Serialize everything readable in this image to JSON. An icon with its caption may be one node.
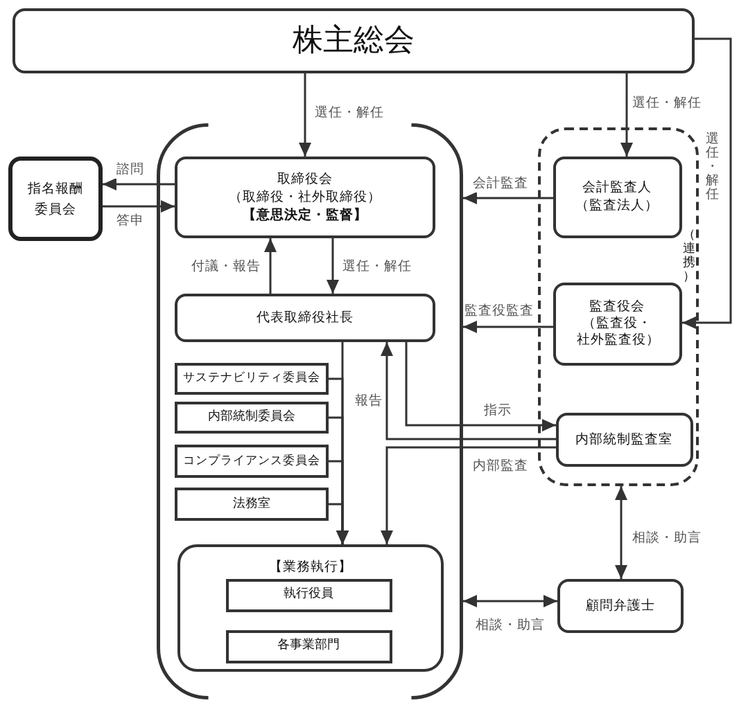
{
  "diagram": {
    "nodes": [
      {
        "text": [
          "株主総会"
        ]
      },
      {
        "text": [
          "指名報酬委員会"
        ]
      },
      {
        "text": [],
        "shape": "bracket"
      },
      {
        "text": [
          "取締役会",
          "（取締役・社外取締役）",
          "【意思決定・監督】"
        ],
        "in": 2
      },
      {
        "text": [
          "代表取締役社長"
        ],
        "in": 2
      },
      {
        "text": [
          "サステナビリティ委員会"
        ],
        "in": 2
      },
      {
        "text": [
          "内部統制委員会"
        ],
        "in": 2
      },
      {
        "text": [
          "コンプライアンス委員会"
        ],
        "in": 2
      },
      {
        "text": [
          "法務室"
        ],
        "in": 2
      },
      {
        "text": [
          "【業務執行】"
        ],
        "in": 2
      },
      {
        "text": [
          "執行役員"
        ],
        "in": 9
      },
      {
        "text": [
          "各事業部門"
        ],
        "in": 9
      },
      {
        "text": [
          "（連携）"
        ]
      },
      {
        "text": [
          "会計監査人",
          "（監査法人）"
        ],
        "in": 12
      },
      {
        "text": [
          "監査役会",
          "（監査役・社外監査役）"
        ],
        "in": 12
      },
      {
        "text": [
          "内部統制監査室"
        ],
        "in": 12
      },
      {
        "text": [
          "顧問弁護士"
        ]
      }
    ],
    "edges": [
      {
        "from": 0,
        "to": 3,
        "arrow": "to",
        "label": "選任・解任"
      },
      {
        "from": 0,
        "to": 13,
        "arrow": "to",
        "label": "選任・解任"
      },
      {
        "from": 0,
        "to": 14,
        "arrow": "to",
        "label": "選任・解任"
      },
      {
        "from": 3,
        "to": 1,
        "arrow": "to",
        "label": "諮問"
      },
      {
        "from": 1,
        "to": 3,
        "arrow": "to",
        "label": "答申"
      },
      {
        "from": 13,
        "to": 2,
        "arrow": "to",
        "label": "会計監査"
      },
      {
        "from": 14,
        "to": 2,
        "arrow": "to",
        "label": "監査役監査"
      },
      {
        "from": 4,
        "to": 3,
        "arrow": "to",
        "label": "付議・報告"
      },
      {
        "from": 3,
        "to": 4,
        "arrow": "to",
        "label": "選任・解任"
      },
      {
        "from": 4,
        "to": 15,
        "arrow": "to",
        "label": "指示"
      },
      {
        "from": 15,
        "to": 4,
        "arrow": "to",
        "label": "報告"
      },
      {
        "from": 15,
        "to": 9,
        "arrow": "to",
        "label": "内部監査"
      },
      {
        "from": 4,
        "to": 9,
        "arrow": "to"
      },
      {
        "from": 5,
        "to": 9,
        "arrow": "to"
      },
      {
        "from": 6,
        "to": 9,
        "arrow": "to"
      },
      {
        "from": 7,
        "to": 9,
        "arrow": "to"
      },
      {
        "from": 8,
        "to": 9,
        "arrow": "to"
      },
      {
        "from": 16,
        "to": 2,
        "arrow": "both",
        "label": "相談・助言"
      },
      {
        "from": 16,
        "to": 12,
        "arrow": "both",
        "label": "相談・助言"
      }
    ]
  }
}
